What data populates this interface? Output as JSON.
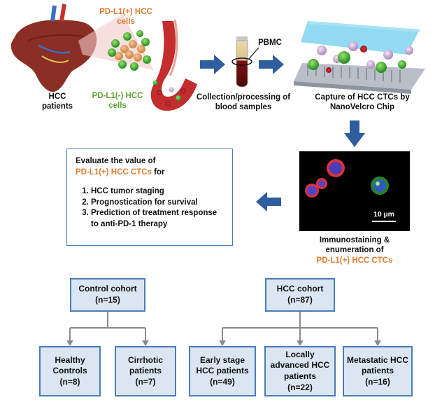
{
  "labels": {
    "hcc_patients": "HCC patients",
    "pdl1_pos_cells": "PD-L1(+) HCC cells",
    "pdl1_neg_cells": "PD-L1(-) HCC cells",
    "pbmc": "PBMC",
    "collection": "Collection/processing of blood samples",
    "capture": "Capture of HCC CTCs by NanoVelcro Chip",
    "immuno": "Immunostaining & enumeration of",
    "immuno_highlight": "PD-L1(+) HCC CTCs",
    "scale": "10 µm"
  },
  "evaluate": {
    "intro": "Evaluate the value of",
    "highlight": "PD-L1(+) HCC CTCs",
    "suffix": " for",
    "items": [
      "HCC tumor staging",
      "Prognostication for survival",
      "Prediction of treatment response to anti-PD-1 therapy"
    ]
  },
  "cohorts": {
    "control": {
      "title": "Control cohort",
      "n": "(n=15)"
    },
    "hcc": {
      "title": "HCC cohort",
      "n": "(n=87)"
    },
    "healthy": {
      "title": "Healthy Controls",
      "n": "(n=8)"
    },
    "cirrhotic": {
      "title": "Cirrhotic patients",
      "n": "(n=7)"
    },
    "early": {
      "title": "Early stage HCC patients",
      "n": "(n=49)"
    },
    "locally": {
      "title": "Locally advanced HCC patients",
      "n": "(n=22)"
    },
    "metastatic": {
      "title": "Metastatic HCC patients",
      "n": "(n=16)"
    }
  },
  "colors": {
    "arrow": "#2E5E9E",
    "box_fill": "#DCE6F2",
    "box_border": "#4A7DB8",
    "orange_text": "#E07B30",
    "green_text": "#5BA82E"
  }
}
